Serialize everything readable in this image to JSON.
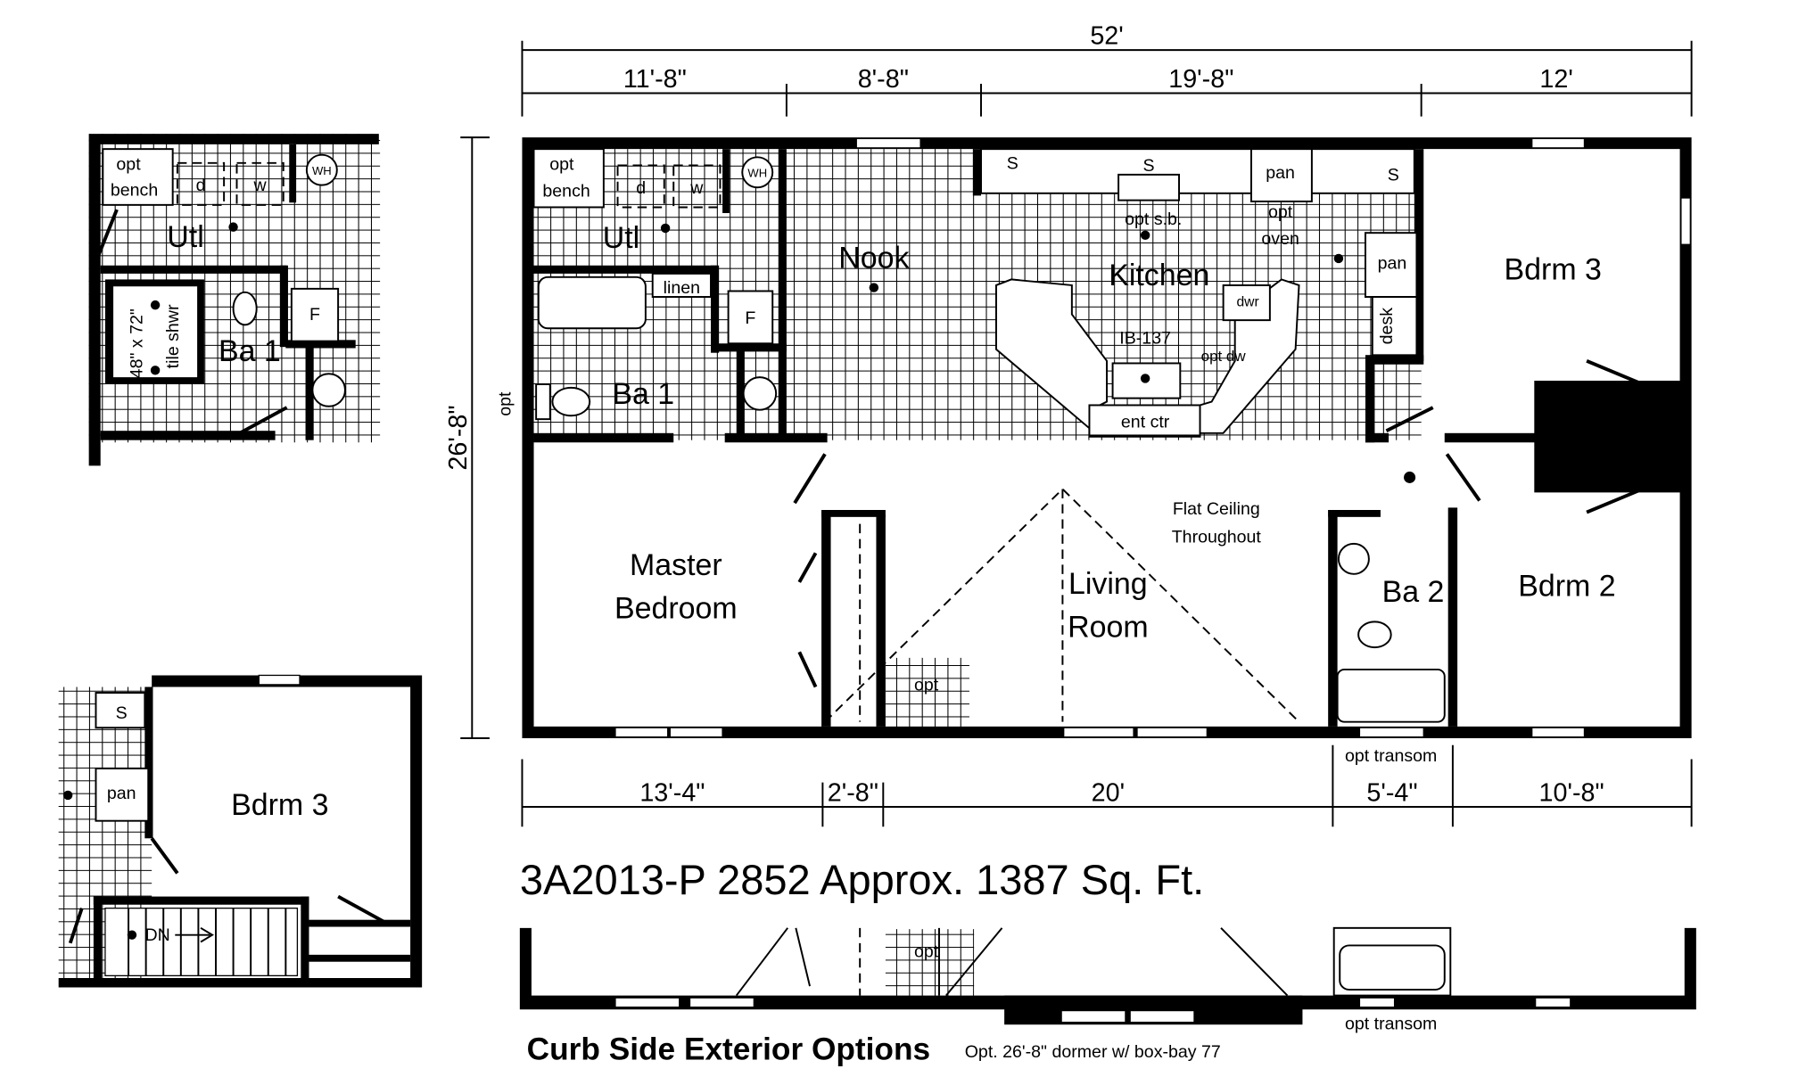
{
  "plan": {
    "title": "3A2013-P 2852  Approx. 1387 Sq. Ft.",
    "exterior_heading": "Curb Side Exterior Options",
    "exterior_note": "Opt. 26'-8\" dormer w/ box-bay 77",
    "ceiling_note": [
      "Flat Ceiling",
      "Throughout"
    ]
  },
  "dimensions": {
    "overall_width": "52'",
    "overall_depth": "26'-8\"",
    "top": [
      "11'-8\"",
      "8'-8\"",
      "19'-8\"",
      "12'"
    ],
    "bottom": [
      "13'-4\"",
      "2'-8\"",
      "20'",
      "5'-4\"",
      "10'-8\""
    ]
  },
  "rooms": {
    "utility": "Utl",
    "nook": "Nook",
    "kitchen": "Kitchen",
    "bedroom3": "Bdrm 3",
    "bath1": "Ba 1",
    "master": [
      "Master",
      "Bedroom"
    ],
    "living": [
      "Living",
      "Room"
    ],
    "bath2": "Ba 2",
    "bedroom2": "Bdrm 2"
  },
  "fixtures": {
    "opt": "opt",
    "bench": "bench",
    "dryer": "d",
    "washer": "w",
    "water_heater": "WH",
    "linen": "linen",
    "furnace": "F",
    "sink": "S",
    "pantry": "pan",
    "opt_sb": "opt s.b.",
    "opt_oven": [
      "opt",
      "oven"
    ],
    "desk": "desk",
    "drawer": "dwr",
    "island": "IB-137",
    "opt_dw": "opt dw",
    "ent_ctr": "ent ctr",
    "opt_transom": "opt transom",
    "shower": [
      "48\" x 72\"",
      "tile shwr"
    ],
    "down": "DN"
  },
  "colors": {
    "ink": "#000000",
    "paper": "#ffffff"
  }
}
